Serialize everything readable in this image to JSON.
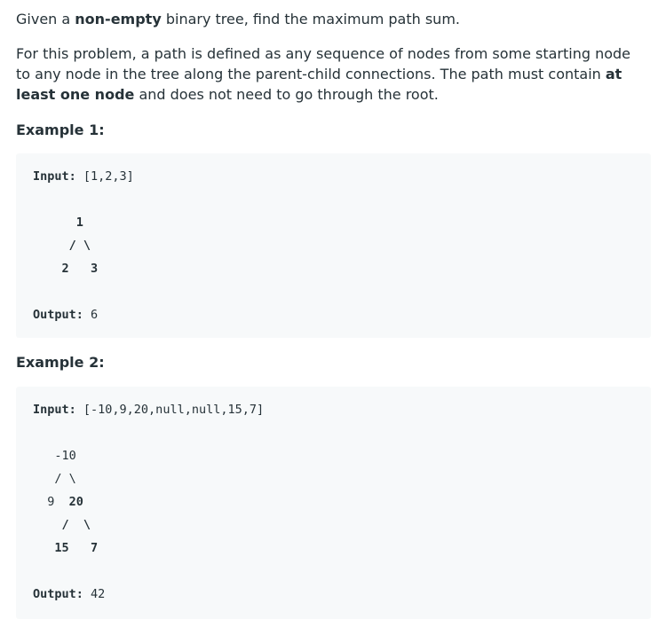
{
  "intro": {
    "s1": "Given a ",
    "s1_bold": "non-empty",
    "s1_rest": " binary tree, find the maximum path sum."
  },
  "definition": {
    "text": "For this problem, a path is defined as any sequence of nodes from some starting node to any node in the tree along the parent-child connections. The path must contain ",
    "bold": "at least one node",
    "rest": " and does not need to go through the root."
  },
  "example1": {
    "heading": "Example 1:",
    "input_label": "Input:",
    "input_value": " [1,2,3]",
    "tree_line1": "      1",
    "tree_line2": "     / \\",
    "tree_line3": "    2   3",
    "output_label": "Output:",
    "output_value": " 6"
  },
  "example2": {
    "heading": "Example 2:",
    "input_label": "Input:",
    "input_value": " [-10,9,20,null,null,15,7]",
    "tree_line1": "   -10",
    "tree_line2": "   / \\",
    "tree_line3_a": "  9  ",
    "tree_line3_b": "20",
    "tree_line4": "    /  \\",
    "tree_line5": "   15   7",
    "output_label": "Output:",
    "output_value": " 42"
  }
}
